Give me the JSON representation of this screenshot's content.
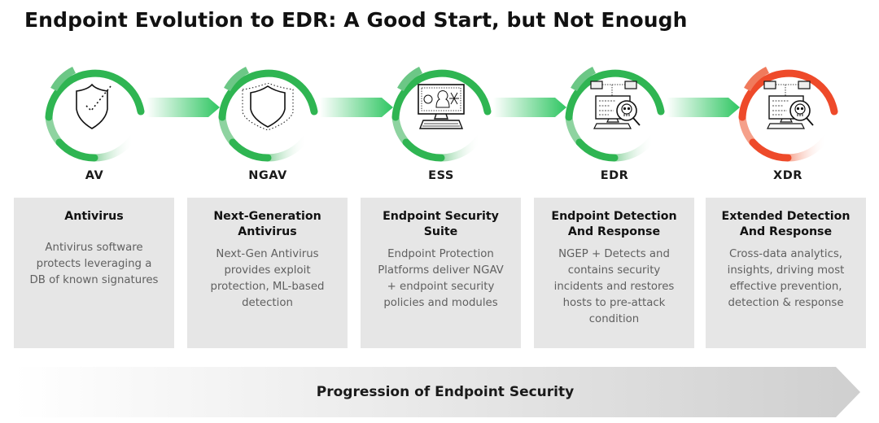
{
  "title": "Endpoint Evolution to EDR: A Good Start, but Not Enough",
  "colors": {
    "green": "#2fb552",
    "green_light": "#8ed3a0",
    "red": "#ee4a2a",
    "red_light": "#f5a08a",
    "card_bg": "#e6e6e6",
    "arrow_gray": "#d0d0d0"
  },
  "stages": [
    {
      "abbr": "AV",
      "icon": "shield-check-icon",
      "ring": "green",
      "card_title": "Antivirus",
      "card_desc": "Antivirus software protects leveraging a DB of known signatures"
    },
    {
      "abbr": "NGAV",
      "icon": "shield-dotted-outline-icon",
      "ring": "green",
      "card_title": "Next-Generation Antivirus",
      "card_desc": "Next-Gen Antivirus provides exploit protection, ML-based detection"
    },
    {
      "abbr": "ESS",
      "icon": "computer-threats-icon",
      "ring": "green",
      "card_title": "Endpoint Security Suite",
      "card_desc": "Endpoint Protection Platforms deliver NGAV + endpoint security policies and modules"
    },
    {
      "abbr": "EDR",
      "icon": "computer-skull-magnifier-icon",
      "ring": "green",
      "card_title": "Endpoint Detection And Response",
      "card_desc": "NGEP + Detects and contains security incidents and restores hosts to pre-attack condition"
    },
    {
      "abbr": "XDR",
      "icon": "computer-skull-magnifier-icon",
      "ring": "red",
      "card_title": "Extended Detection And Response",
      "card_desc": "Cross-data analytics, insights, driving most effective prevention, detection & response"
    }
  ],
  "progression_label": "Progression of Endpoint Security"
}
